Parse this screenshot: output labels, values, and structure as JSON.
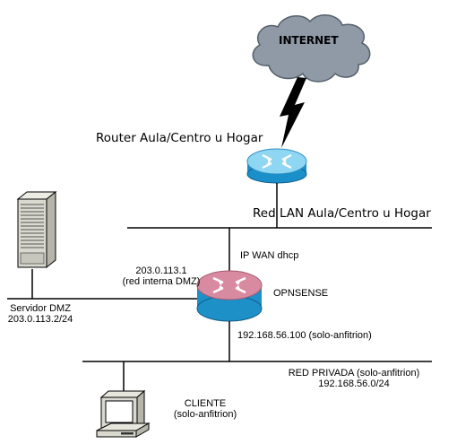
{
  "cloud": {
    "label": "INTERNET"
  },
  "router_top": {
    "label": "Router Aula/Centro u Hogar"
  },
  "lan_top": {
    "label": "Red LAN Aula/Centro u Hogar"
  },
  "wan": {
    "label": "IP WAN dhcp"
  },
  "dmz_iface": {
    "line1": "203.0.113.1",
    "line2": "(red interna DMZ)"
  },
  "firewall": {
    "label": "OPNSENSE"
  },
  "lan_iface": {
    "label": "192.168.56.100 (solo-anfitrion)"
  },
  "server": {
    "line1": "Servidor DMZ",
    "line2": "203.0.113.2/24"
  },
  "private_net": {
    "line1": "RED PRIVADA (solo-anfitrion)",
    "line2": "192.168.56.0/24"
  },
  "client": {
    "line1": "CLIENTE",
    "line2": "(solo-anfitrion)"
  },
  "colors": {
    "cloud": "#8f9aa6",
    "router_blue": "#1a8fc9",
    "router_top": "#8fd6f3",
    "firewall_top": "#d88aa0",
    "firewall_body": "#1e90c8",
    "server_face": "#d9d9cf",
    "bolt": "#000000"
  }
}
